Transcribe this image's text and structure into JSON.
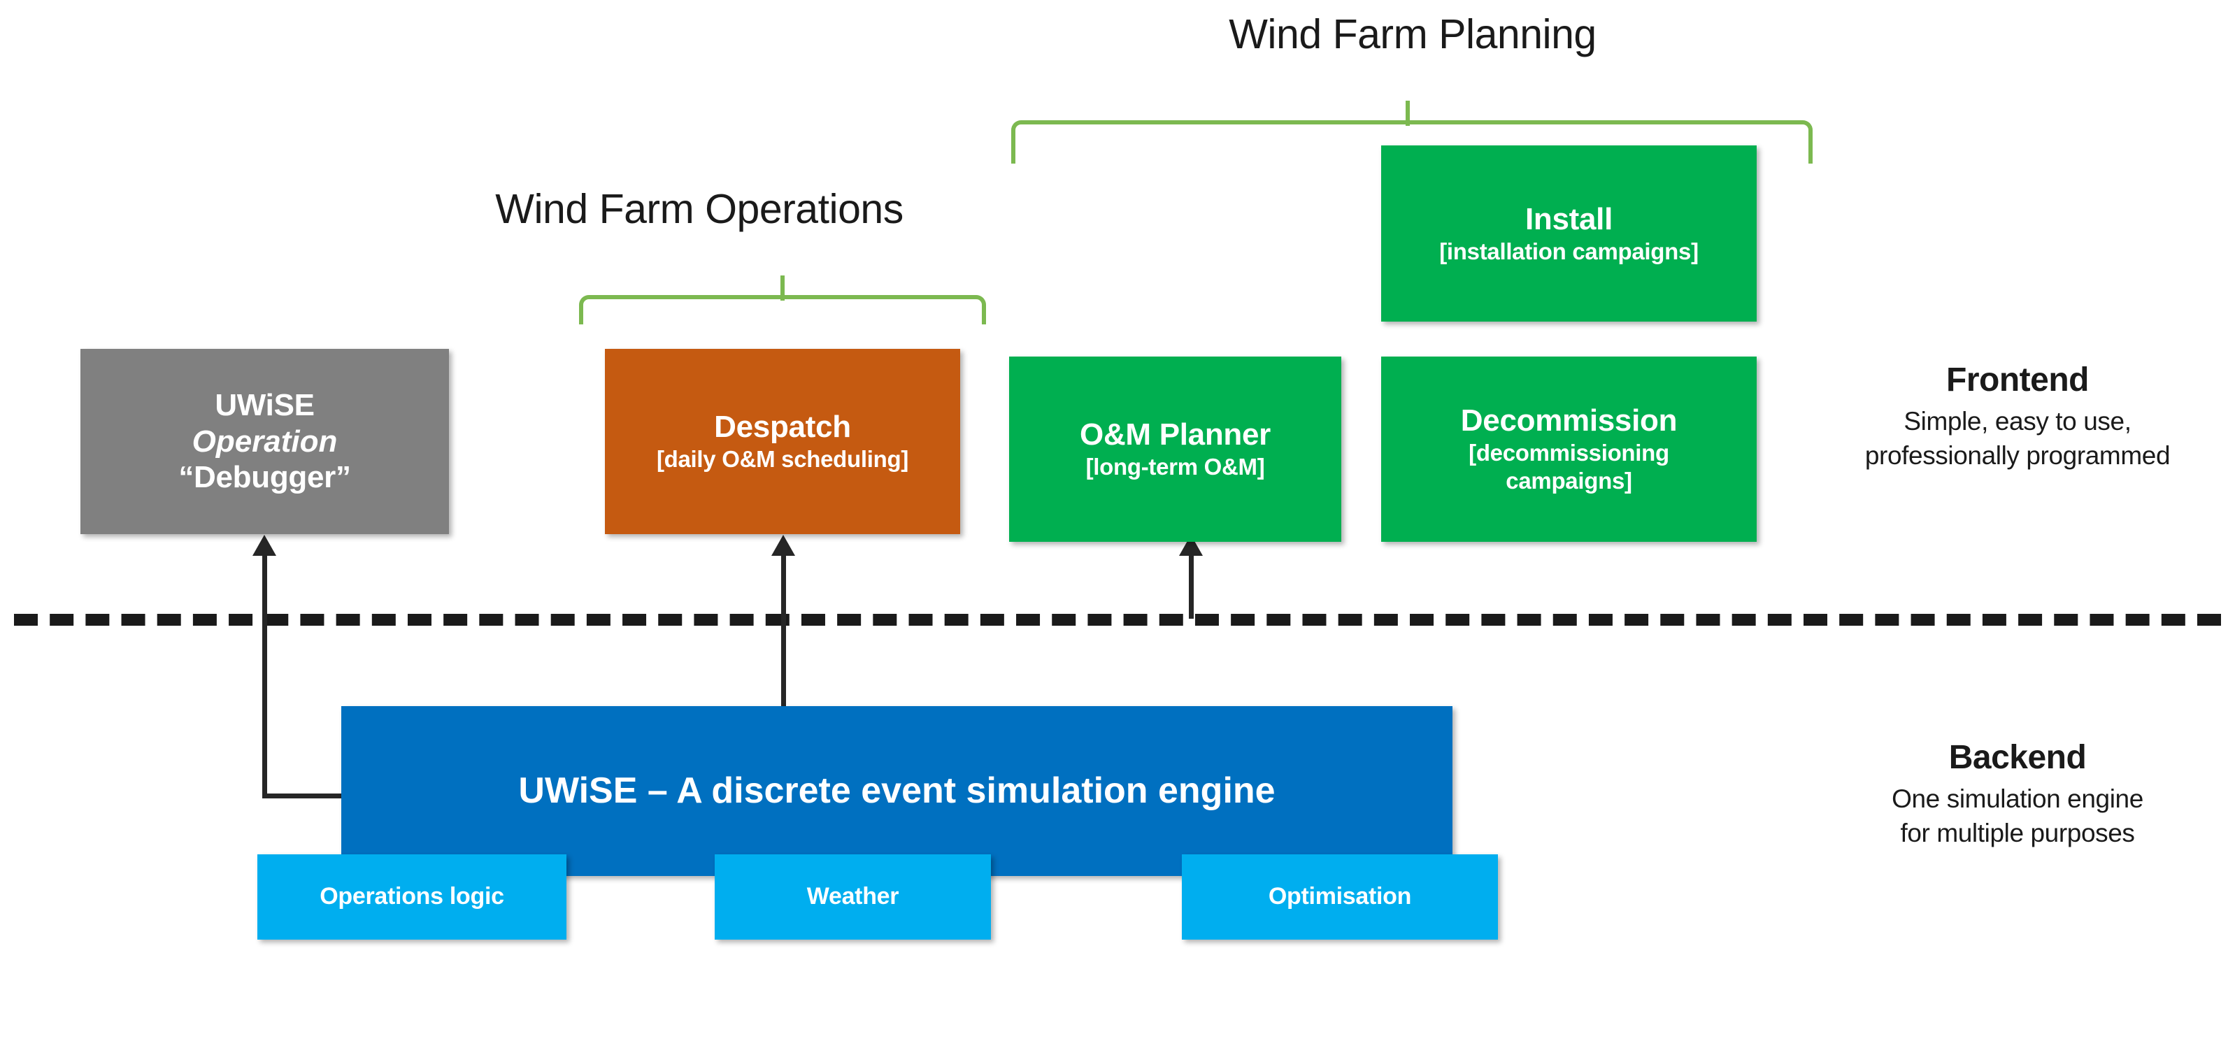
{
  "diagram": {
    "groups": [
      {
        "id": "wind-farm-operations",
        "label": "Wind Farm Operations"
      },
      {
        "id": "wind-farm-planning",
        "label": "Wind Farm Planning"
      }
    ],
    "frontend_boxes": {
      "debugger": {
        "line1": "UWiSE",
        "line2": "Operation",
        "line3": "“Debugger”",
        "color": "#808080"
      },
      "despatch": {
        "title": "Despatch",
        "subtitle": "[daily O&M scheduling]",
        "color": "#C55A11"
      },
      "om_planner": {
        "title": "O&M Planner",
        "subtitle": "[long-term O&M]",
        "color": "#00AF50"
      },
      "decommission": {
        "title": "Decommission",
        "subtitle": "[decommissioning campaigns]",
        "color": "#00AF50"
      },
      "install": {
        "title": "Install",
        "subtitle": "[installation campaigns]",
        "color": "#00AF50"
      }
    },
    "backend_boxes": {
      "engine": {
        "title": "UWiSE – A discrete event simulation  engine",
        "color": "#0070C0"
      },
      "modules": [
        {
          "label": "Operations logic",
          "color": "#00AEEF"
        },
        {
          "label": "Weather",
          "color": "#00AEEF"
        },
        {
          "label": "Optimisation",
          "color": "#00AEEF"
        }
      ]
    },
    "side_captions": {
      "frontend": {
        "heading": "Frontend",
        "line1": "Simple, easy to use,",
        "line2": "professionally programmed"
      },
      "backend": {
        "heading": "Backend",
        "line1": "One simulation engine",
        "line2": "for multiple purposes"
      }
    },
    "colors": {
      "bracket_green": "#7CB950",
      "divider_black": "#1a1a1a",
      "arrow_black": "#262626",
      "text_dark": "#1a1a1a",
      "box_text": "#ffffff"
    }
  }
}
